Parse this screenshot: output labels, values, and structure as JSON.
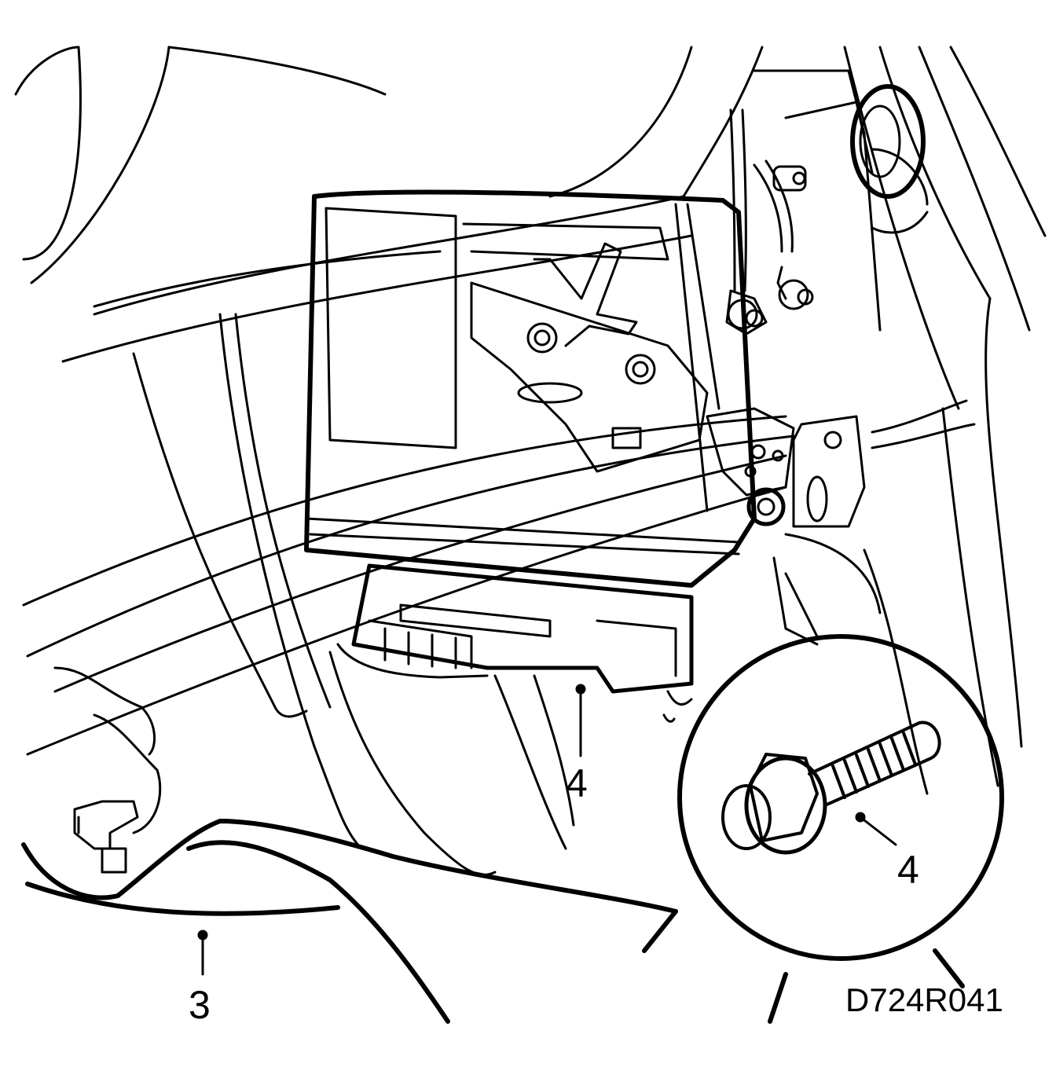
{
  "callouts": {
    "harness_label": "3",
    "module_label": "4",
    "bolt_label": "4"
  },
  "figure_ref": "D724R041",
  "colors": {
    "ink": "#000000",
    "paper": "#ffffff"
  }
}
